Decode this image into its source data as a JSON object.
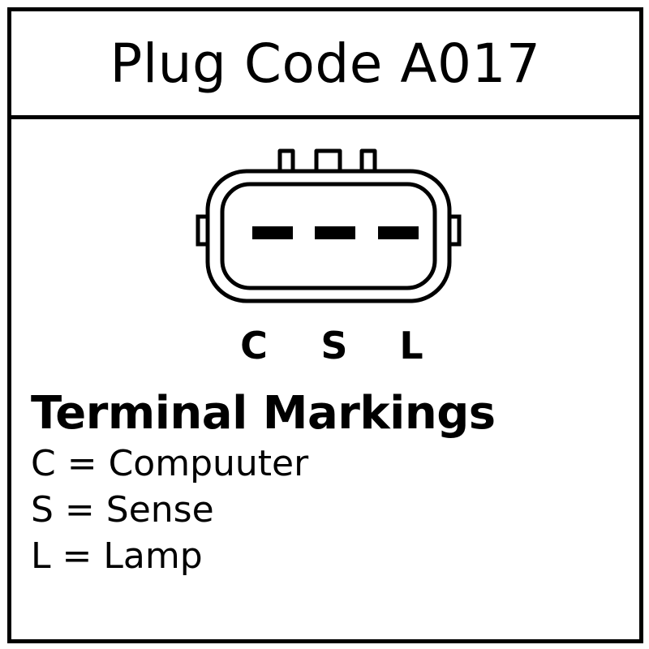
{
  "title": "Plug Code A017",
  "connector": {
    "icon": "three-pin-plug-icon",
    "pins": [
      "C",
      "S",
      "L"
    ]
  },
  "markings": {
    "heading": "Terminal Markings",
    "items": [
      "C = Compuuter",
      "S = Sense",
      "L = Lamp"
    ]
  }
}
